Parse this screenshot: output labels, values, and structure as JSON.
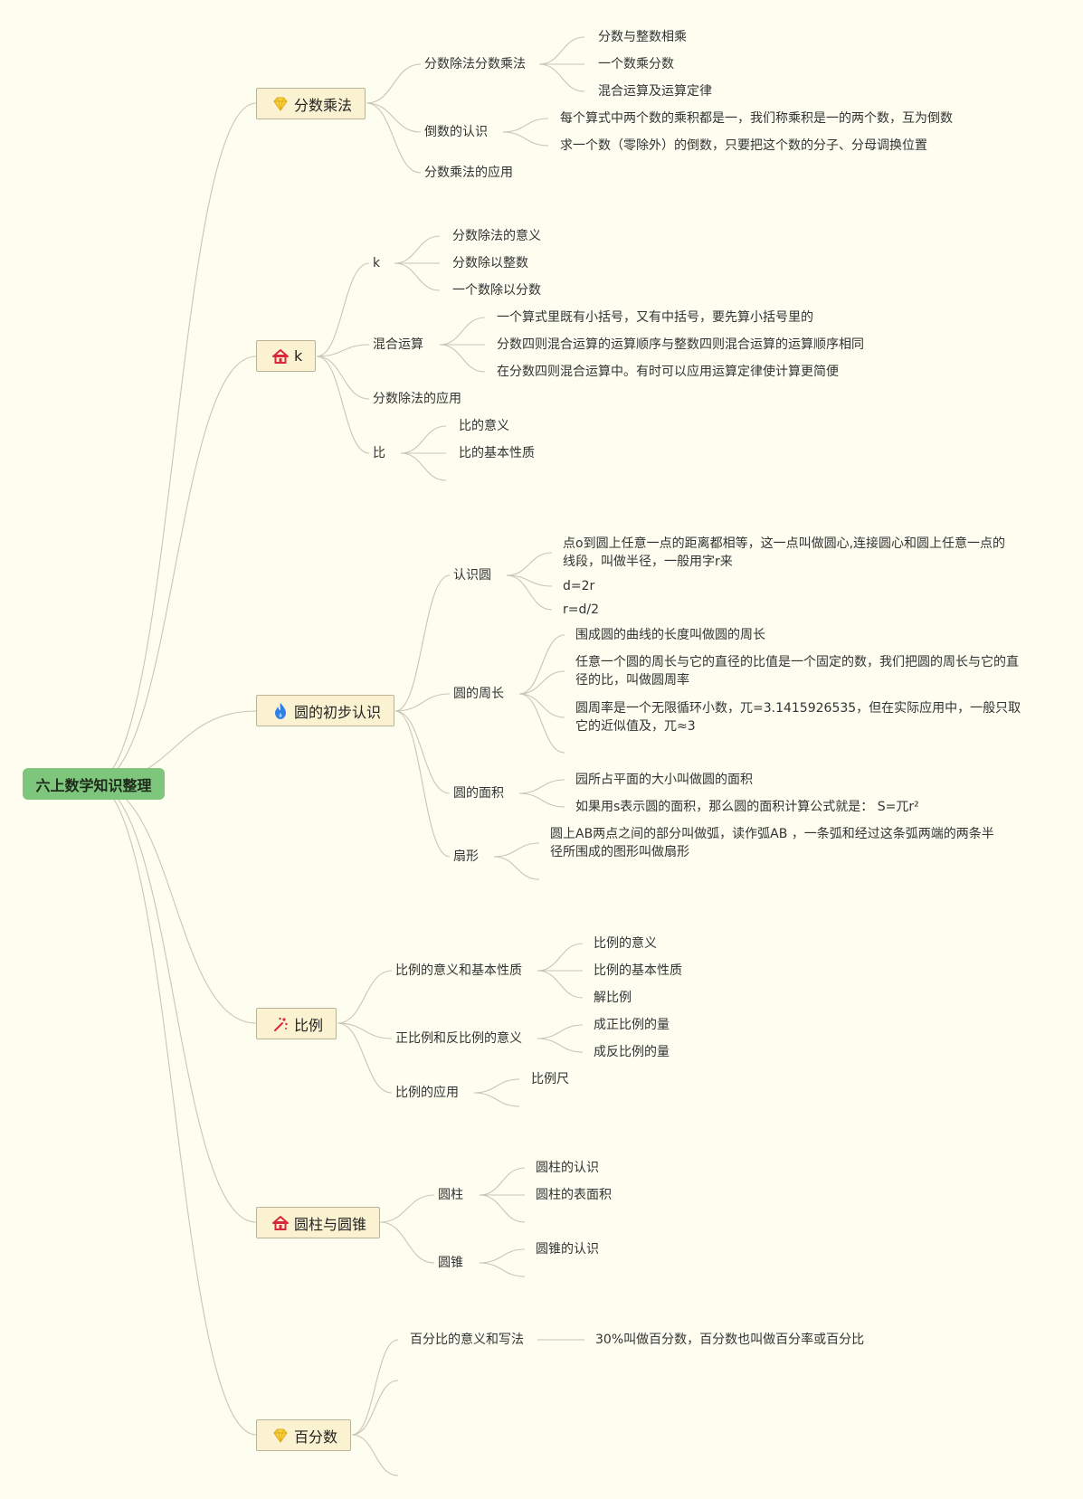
{
  "root": {
    "label": "六上数学知识整理"
  },
  "icons": {
    "diamond": "diamond-icon",
    "house": "house-icon",
    "flame": "flame-icon",
    "sparkle": "sparkle-icon"
  },
  "colors": {
    "background": "#fdfdf0",
    "root_fill": "#7dc67c",
    "topic_fill": "#fbf2d2",
    "line": "#c9c6b4"
  },
  "branches": [
    {
      "label": "分数乘法",
      "icon": "diamond-icon",
      "children": [
        {
          "label": "分数除法分数乘法",
          "children": [
            "分数与整数相乘",
            "一个数乘分数",
            "混合运算及运算定律"
          ]
        },
        {
          "label": "倒数的认识",
          "children": [
            "每个算式中两个数的乘积都是一，我们称乘积是一的两个数，互为倒数",
            "求一个数（零除外）的倒数，只要把这个数的分子、分母调换位置"
          ]
        },
        {
          "label": "分数乘法的应用",
          "children": []
        }
      ]
    },
    {
      "label": "k",
      "icon": "house-icon",
      "children": [
        {
          "label": "k",
          "children": [
            "分数除法的意义",
            "分数除以整数",
            "一个数除以分数"
          ]
        },
        {
          "label": "混合运算",
          "children": [
            "一个算式里既有小括号，又有中括号，要先算小括号里的",
            "分数四则混合运算的运算顺序与整数四则混合运算的运算顺序相同",
            "在分数四则混合运算中。有时可以应用运算定律使计算更简便"
          ]
        },
        {
          "label": "分数除法的应用",
          "children": []
        },
        {
          "label": "比",
          "children": [
            "比的意义",
            "比的基本性质"
          ]
        }
      ]
    },
    {
      "label": "圆的初步认识",
      "icon": "flame-icon",
      "children": [
        {
          "label": "认识圆",
          "children": [
            "点o到圆上任意一点的距离都相等，这一点叫做圆心,连接圆心和圆上任意一点的线段，叫做半径，一般用字r来",
            "d=2r",
            "r=d/2"
          ]
        },
        {
          "label": "圆的周长",
          "children": [
            "围成圆的曲线的长度叫做圆的周长",
            "任意一个圆的周长与它的直径的比值是一个固定的数，我们把圆的周长与它的直径的比，叫做圆周率",
            "圆周率是一个无限循环小数，兀=3.1415926535，但在实际应用中，一般只取它的近似值及，兀≈3"
          ]
        },
        {
          "label": "圆的面积",
          "children": [
            "园所占平面的大小叫做圆的面积",
            "如果用s表示圆的面积，那么圆的面积计算公式就是： S=兀r²"
          ]
        },
        {
          "label": "扇形",
          "children": [
            "圆上AB两点之间的部分叫做弧，读作弧AB ，一条弧和经过这条弧两端的两条半径所围成的图形叫做扇形"
          ]
        }
      ]
    },
    {
      "label": "比例",
      "icon": "sparkle-icon",
      "children": [
        {
          "label": "比例的意义和基本性质",
          "children": [
            "比例的意义",
            "比例的基本性质",
            "解比例"
          ]
        },
        {
          "label": "正比例和反比例的意义",
          "children": [
            "成正比例的量",
            "成反比例的量"
          ]
        },
        {
          "label": "比例的应用",
          "children": [
            "比例尺"
          ]
        }
      ]
    },
    {
      "label": "圆柱与圆锥",
      "icon": "house-icon",
      "children": [
        {
          "label": "圆柱",
          "children": [
            "圆柱的认识",
            "圆柱的表面积"
          ]
        },
        {
          "label": "圆锥",
          "children": [
            "圆锥的认识"
          ]
        }
      ]
    },
    {
      "label": "百分数",
      "icon": "diamond-icon",
      "children": [
        {
          "label": "百分比的意义和写法",
          "children": [
            "30%叫做百分数，百分数也叫做百分率或百分比"
          ]
        }
      ]
    }
  ]
}
